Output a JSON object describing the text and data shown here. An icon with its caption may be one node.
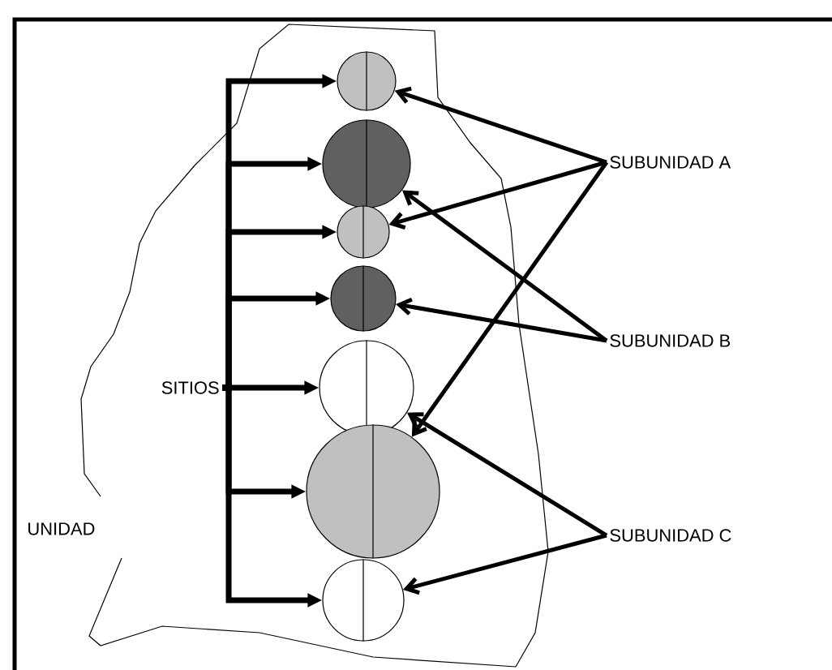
{
  "diagram": {
    "nodes": [
      {
        "text": [
          "UNIDAD"
        ]
      },
      {
        "text": [],
        "shape": "circle",
        "in": 0
      },
      {
        "text": [],
        "shape": "circle",
        "in": 0
      },
      {
        "text": [],
        "shape": "circle",
        "in": 0
      },
      {
        "text": [],
        "shape": "circle",
        "in": 0
      },
      {
        "text": [],
        "shape": "circle",
        "in": 0
      },
      {
        "text": [],
        "shape": "circle",
        "in": 0
      },
      {
        "text": [],
        "shape": "circle",
        "in": 0
      },
      {
        "text": [
          "SITIOS"
        ],
        "in": 0
      },
      {
        "text": [
          "SUBUNIDAD A"
        ]
      },
      {
        "text": [
          "SUBUNIDAD B"
        ]
      },
      {
        "text": [
          "SUBUNIDAD C"
        ]
      }
    ],
    "edges": [
      {
        "from": 8,
        "to": 1,
        "arrow": "to"
      },
      {
        "from": 8,
        "to": 2,
        "arrow": "to"
      },
      {
        "from": 8,
        "to": 3,
        "arrow": "to"
      },
      {
        "from": 8,
        "to": 4,
        "arrow": "to"
      },
      {
        "from": 8,
        "to": 5,
        "arrow": "to"
      },
      {
        "from": 8,
        "to": 6,
        "arrow": "to"
      },
      {
        "from": 8,
        "to": 7,
        "arrow": "to"
      },
      {
        "from": 9,
        "to": 1,
        "arrow": "to"
      },
      {
        "from": 9,
        "to": 3,
        "arrow": "to"
      },
      {
        "from": 9,
        "to": 6,
        "arrow": "to"
      },
      {
        "from": 10,
        "to": 2,
        "arrow": "to"
      },
      {
        "from": 10,
        "to": 4,
        "arrow": "to"
      },
      {
        "from": 11,
        "to": 5,
        "arrow": "to"
      },
      {
        "from": 11,
        "to": 7,
        "arrow": "to"
      }
    ]
  }
}
